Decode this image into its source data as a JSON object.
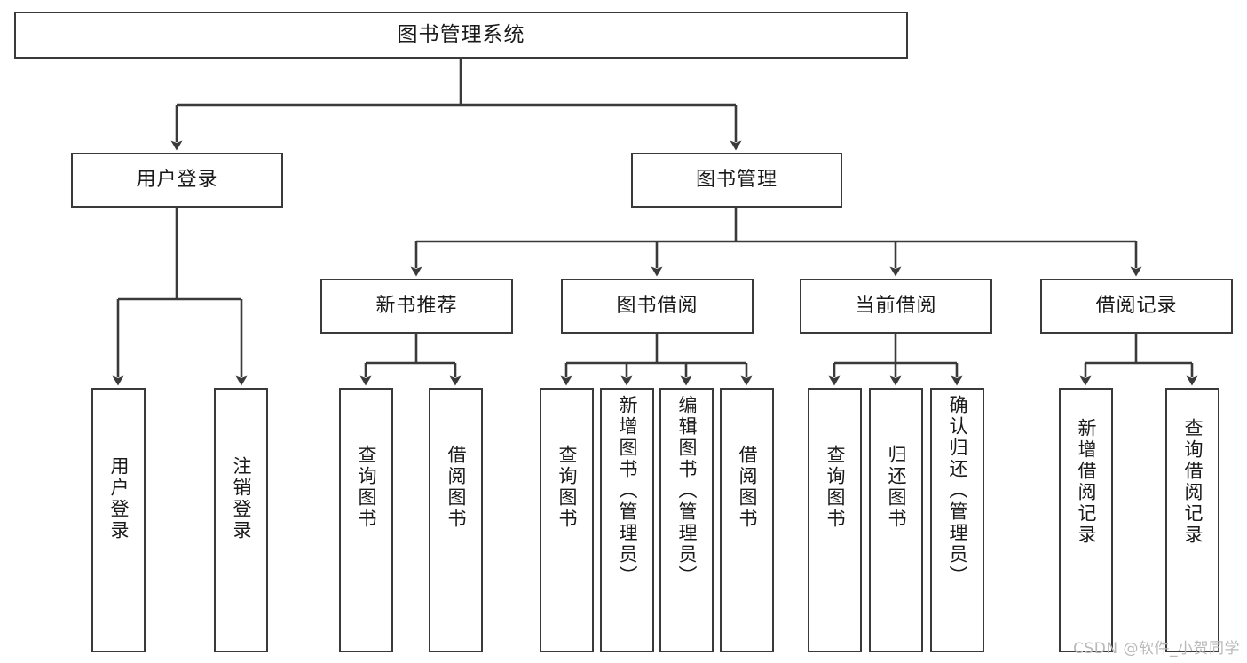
{
  "diagram": {
    "title": "图书管理系统",
    "type": "tree",
    "watermark": "CSDN @软件_小贺同学",
    "line_color": "#3a3a3a",
    "box_fill": "#ffffff",
    "text_color": "#1a1a1a",
    "watermark_color": "#b9b9b9"
  },
  "nodes": {
    "root": {
      "label": "图书管理系统",
      "level": 0
    },
    "user_login": {
      "label": "用户登录",
      "level": 1
    },
    "book_manage": {
      "label": "图书管理",
      "level": 1
    },
    "new_book_rec": {
      "label": "新书推荐",
      "level": 2
    },
    "book_borrow": {
      "label": "图书借阅",
      "level": 2
    },
    "current_borrow": {
      "label": "当前借阅",
      "level": 2
    },
    "borrow_record": {
      "label": "借阅记录",
      "level": 2
    },
    "leaf_user_login": {
      "label": "用户登录",
      "level": 2
    },
    "leaf_logout": {
      "label": "注销登录",
      "level": 2
    },
    "leaf_query_1": {
      "label": "查询图书",
      "level": 3
    },
    "leaf_borrow_1": {
      "label": "借阅图书",
      "level": 3
    },
    "leaf_query_2": {
      "label": "查询图书",
      "level": 3
    },
    "leaf_add_book": {
      "label": "新增图书（管理员）",
      "level": 3
    },
    "leaf_edit_book": {
      "label": "编辑图书（管理员）",
      "level": 3
    },
    "leaf_borrow_2": {
      "label": "借阅图书",
      "level": 3
    },
    "leaf_query_3": {
      "label": "查询图书",
      "level": 3
    },
    "leaf_return": {
      "label": "归还图书",
      "level": 3
    },
    "leaf_confirm": {
      "label": "确认归还（管理员）",
      "level": 3
    },
    "leaf_add_rec": {
      "label": "新增借阅记录",
      "level": 3
    },
    "leaf_query_rec": {
      "label": "查询借阅记录",
      "level": 3
    }
  },
  "hierarchy": {
    "root": [
      "user_login",
      "book_manage"
    ],
    "user_login": [
      "leaf_user_login",
      "leaf_logout"
    ],
    "book_manage": [
      "new_book_rec",
      "book_borrow",
      "current_borrow",
      "borrow_record"
    ],
    "new_book_rec": [
      "leaf_query_1",
      "leaf_borrow_1"
    ],
    "book_borrow": [
      "leaf_query_2",
      "leaf_add_book",
      "leaf_edit_book",
      "leaf_borrow_2"
    ],
    "current_borrow": [
      "leaf_query_3",
      "leaf_return",
      "leaf_confirm"
    ],
    "borrow_record": [
      "leaf_add_rec",
      "leaf_query_rec"
    ]
  }
}
